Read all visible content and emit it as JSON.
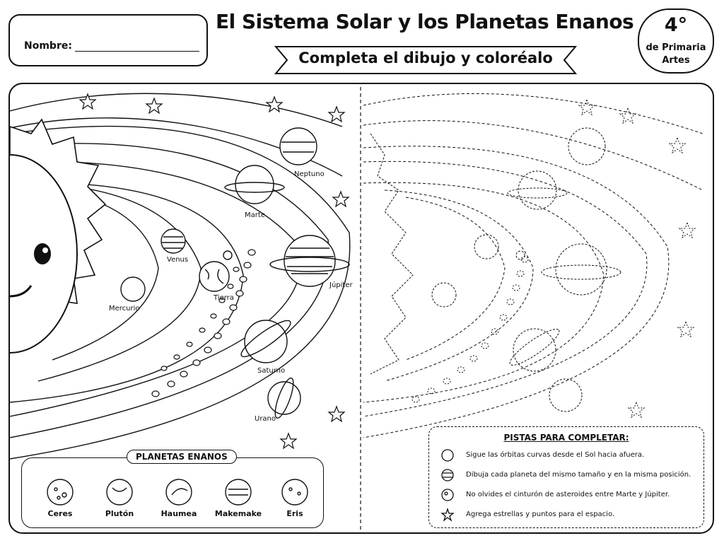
{
  "header": {
    "name_label": "Nombre:",
    "title": "El Sistema Solar y los Planetas Enanos",
    "subtitle": "Completa el dibujo y coloréalo",
    "grade": "4°",
    "grade_line1": "de Primaria",
    "grade_line2": "Artes"
  },
  "planets": {
    "mercury": "Mercurio",
    "venus": "Venus",
    "earth": "Tierra",
    "mars": "Marte",
    "jupiter": "Júpiter",
    "saturn": "Saturno",
    "uranus": "Urano",
    "neptune": "Neptuno"
  },
  "dwarf_planets": {
    "title": "PLANETAS ENANOS",
    "items": [
      "Ceres",
      "Plutón",
      "Haumea",
      "Makemake",
      "Eris"
    ]
  },
  "hints": {
    "title": "PISTAS PARA COMPLETAR:",
    "items": [
      "Sigue las órbitas curvas desde el Sol hacia afuera.",
      "Dibuja cada planeta del mismo tamaño y en la misma posición.",
      "No olvides el cinturón de asteroides entre Marte y Júpiter.",
      "Agrega estrellas y puntos para el espacio."
    ]
  }
}
